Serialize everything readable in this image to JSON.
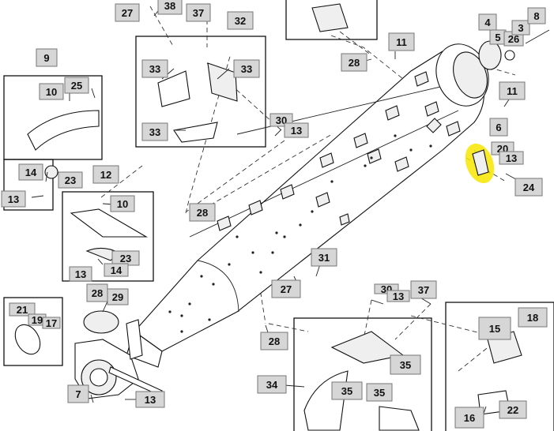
{
  "highlight_color": "#f7e600",
  "callouts": [
    {
      "id": "c27a",
      "text": "27"
    },
    {
      "id": "c38",
      "text": "38"
    },
    {
      "id": "c37a",
      "text": "37"
    },
    {
      "id": "c32",
      "text": "32"
    },
    {
      "id": "c33a",
      "text": "33"
    },
    {
      "id": "c33b",
      "text": "33"
    },
    {
      "id": "c33c",
      "text": "33"
    },
    {
      "id": "c30a",
      "text": "30"
    },
    {
      "id": "c13a",
      "text": "13"
    },
    {
      "id": "c9",
      "text": "9"
    },
    {
      "id": "c10a",
      "text": "10"
    },
    {
      "id": "c25",
      "text": "25"
    },
    {
      "id": "c14a",
      "text": "14"
    },
    {
      "id": "c23a",
      "text": "23"
    },
    {
      "id": "c13b",
      "text": "13"
    },
    {
      "id": "c12",
      "text": "12"
    },
    {
      "id": "c10b",
      "text": "10"
    },
    {
      "id": "c23b",
      "text": "23"
    },
    {
      "id": "c13c",
      "text": "13"
    },
    {
      "id": "c14b",
      "text": "14"
    },
    {
      "id": "c28a",
      "text": "28"
    },
    {
      "id": "c11a",
      "text": "11"
    },
    {
      "id": "c28b",
      "text": "28"
    },
    {
      "id": "c4",
      "text": "4"
    },
    {
      "id": "c5",
      "text": "5"
    },
    {
      "id": "c26",
      "text": "26"
    },
    {
      "id": "c3",
      "text": "3"
    },
    {
      "id": "c8",
      "text": "8"
    },
    {
      "id": "c11b",
      "text": "11"
    },
    {
      "id": "c6",
      "text": "6"
    },
    {
      "id": "c20",
      "text": "20"
    },
    {
      "id": "c13d",
      "text": "13"
    },
    {
      "id": "c24",
      "text": "24"
    },
    {
      "id": "c31",
      "text": "31"
    },
    {
      "id": "c27b",
      "text": "27"
    },
    {
      "id": "c30b",
      "text": "30"
    },
    {
      "id": "c13e",
      "text": "13"
    },
    {
      "id": "c37b",
      "text": "37"
    },
    {
      "id": "c28c",
      "text": "28"
    },
    {
      "id": "c29",
      "text": "29"
    },
    {
      "id": "c21",
      "text": "21"
    },
    {
      "id": "c19",
      "text": "19"
    },
    {
      "id": "c17",
      "text": "17"
    },
    {
      "id": "c28d",
      "text": "28"
    },
    {
      "id": "c7",
      "text": "7"
    },
    {
      "id": "c13f",
      "text": "13"
    },
    {
      "id": "c34",
      "text": "34"
    },
    {
      "id": "c35a",
      "text": "35"
    },
    {
      "id": "c35b",
      "text": "35"
    },
    {
      "id": "c35c",
      "text": "35"
    },
    {
      "id": "c18",
      "text": "18"
    },
    {
      "id": "c15",
      "text": "15"
    },
    {
      "id": "c22",
      "text": "22"
    },
    {
      "id": "c16",
      "text": "16"
    }
  ]
}
